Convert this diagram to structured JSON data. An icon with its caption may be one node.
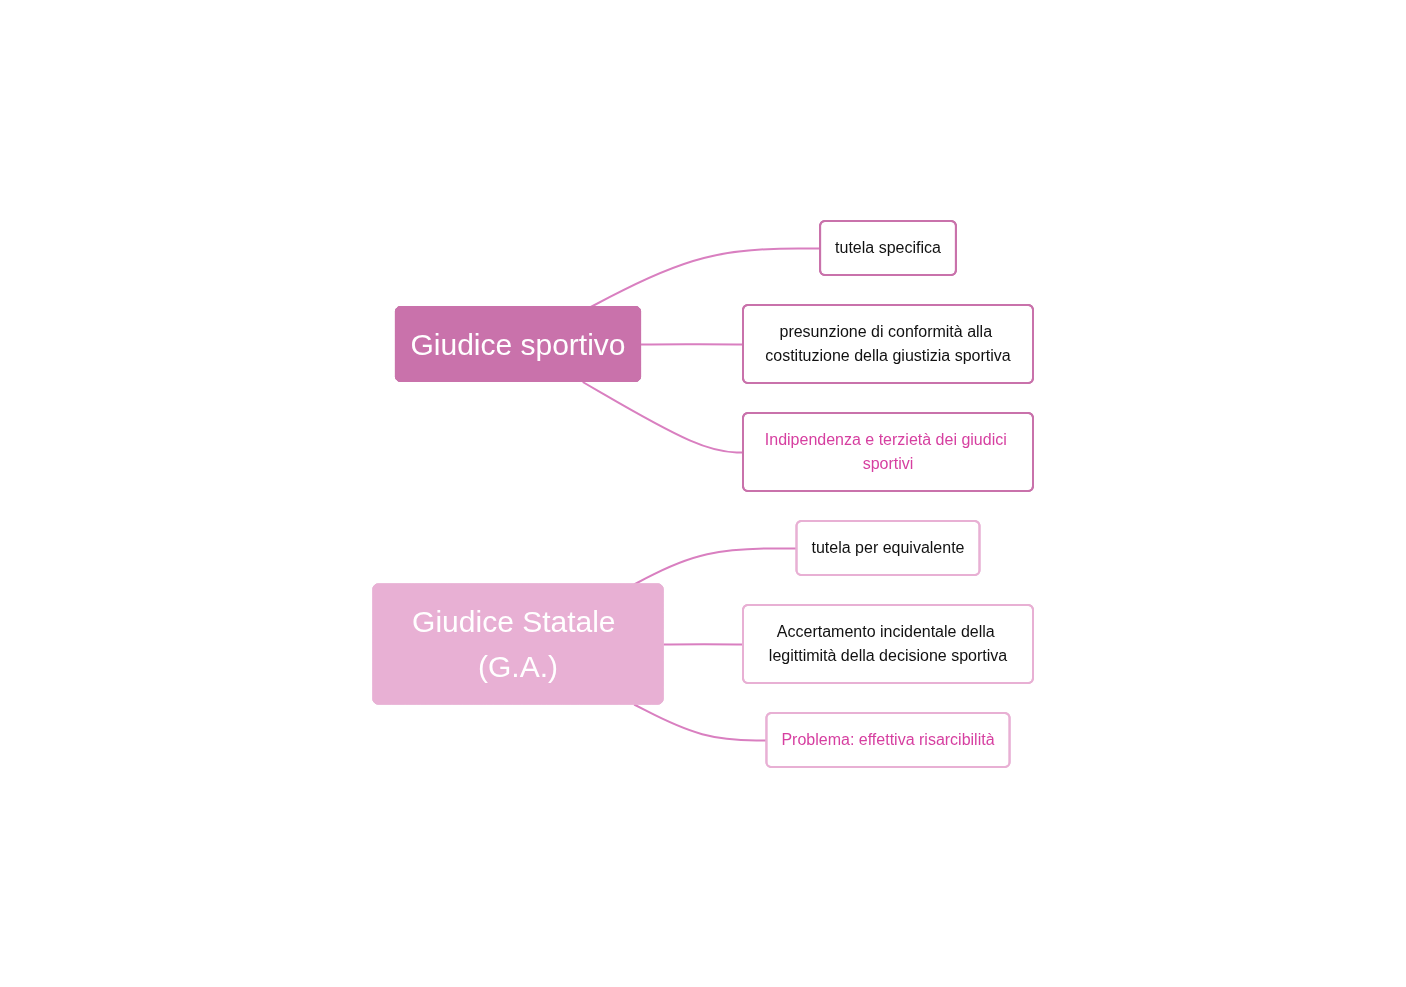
{
  "diagram": {
    "nodes": [
      {
        "text": [
          "Giudice sportivo"
        ]
      },
      {
        "text": [
          "tutela specifica"
        ]
      },
      {
        "text": [
          "presunzione di conformità alla costituzione della giustizia sportiva"
        ]
      },
      {
        "text": [
          "Indipendenza e terzietà dei giudici sportivi"
        ]
      },
      {
        "text": [
          "Giudice Statale (G.A.)"
        ]
      },
      {
        "text": [
          "tutela per equivalente"
        ]
      },
      {
        "text": [
          "Accertamento incidentale della legittimità della decisione sportiva"
        ]
      },
      {
        "text": [
          "Problema: effettiva risarcibilità"
        ]
      }
    ],
    "edges": [
      {
        "from": 0,
        "to": 1,
        "arrow": "none"
      },
      {
        "from": 0,
        "to": 2,
        "arrow": "none"
      },
      {
        "from": 0,
        "to": 3,
        "arrow": "none"
      },
      {
        "from": 4,
        "to": 5,
        "arrow": "none"
      },
      {
        "from": 4,
        "to": 6,
        "arrow": "none"
      },
      {
        "from": 4,
        "to": 7,
        "arrow": "none"
      }
    ]
  }
}
